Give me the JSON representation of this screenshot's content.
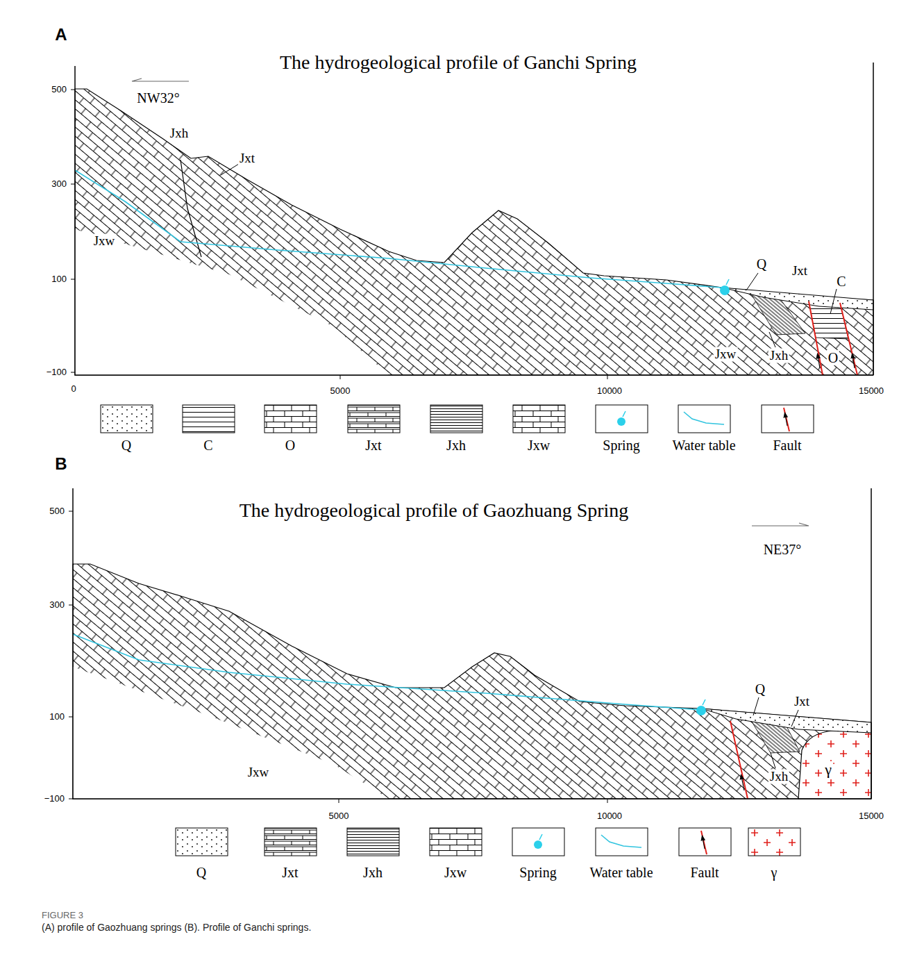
{
  "diagram": {
    "caption": "(A) profile of Gaozhuang springs (B). Profile of Ganchi springs.",
    "labels": [
      "A",
      "The hydrogeological profile of Ganchi Spring",
      "NW32°",
      "500",
      "300",
      "100",
      "−100",
      "0",
      "5000",
      "10000",
      "15000",
      "Jxh",
      "Jxt",
      "Jxw",
      "Q",
      "Jxt",
      "C",
      "Jxw",
      "Jxh",
      "O",
      "B",
      "The hydrogeological profile of Gaozhuang Spring",
      "NE37°",
      "500",
      "300",
      "100",
      "−100",
      "5000",
      "10000",
      "15000",
      "Q",
      "Jxt",
      "Jxw",
      "Jxh",
      "γ",
      "FIGURE 3"
    ],
    "legend": [
      {
        "text": "Q"
      },
      {
        "text": "C"
      },
      {
        "text": "O"
      },
      {
        "text": "Jxt"
      },
      {
        "text": "Jxh"
      },
      {
        "text": "Jxw"
      },
      {
        "text": "Spring"
      },
      {
        "text": "Water table"
      },
      {
        "text": "Fault"
      },
      {
        "text": "Q"
      },
      {
        "text": "Jxt"
      },
      {
        "text": "Jxh"
      },
      {
        "text": "Jxw"
      },
      {
        "text": "Spring"
      },
      {
        "text": "Water table"
      },
      {
        "text": "Fault"
      },
      {
        "text": "γ"
      }
    ]
  }
}
